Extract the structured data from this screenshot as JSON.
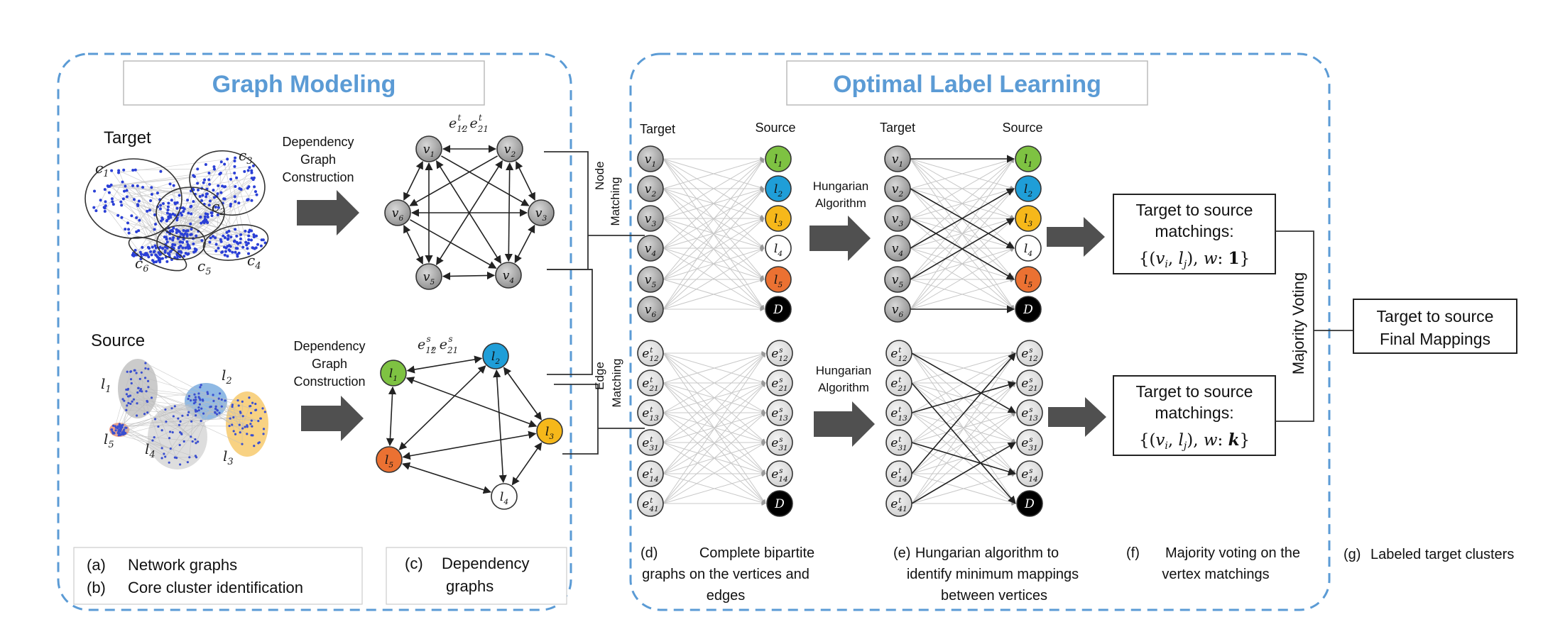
{
  "titles": {
    "graph_modeling": "Graph Modeling",
    "optimal_label_learning": "Optimal Label Learning"
  },
  "accent_color": "#5b9bd5",
  "left": {
    "target_label": "Target",
    "source_label": "Source",
    "dep_construction": [
      "Dependency",
      "Graph",
      "Construction"
    ],
    "target_cluster_labels": [
      "c1",
      "c2",
      "c3",
      "c4",
      "c5",
      "c6"
    ],
    "source_cluster_labels": [
      "l1",
      "l2",
      "l3",
      "l4",
      "l5"
    ],
    "edge_label_target": "e12t, e21t",
    "edge_label_source": "e12s, e21s",
    "captions": {
      "a": "(a)",
      "a_text": "Network graphs",
      "b": "(b)",
      "b_text": "Core cluster identification",
      "c": "(c)",
      "c_text_1": "Dependency",
      "c_text_2": "graphs"
    }
  },
  "node_graph": {
    "nodes": [
      "v1",
      "v2",
      "v3",
      "v4",
      "v5",
      "v6"
    ]
  },
  "label_graph": {
    "nodes": [
      "l1",
      "l2",
      "l3",
      "l4",
      "l5"
    ],
    "colors": {
      "l1": "#7ec242",
      "l2": "#1f9ed8",
      "l3": "#f6b81a",
      "l4": "#ffffff",
      "l5": "#eb7132",
      "D": "#000000"
    }
  },
  "bipartite": {
    "target_header": "Target",
    "source_header": "Source",
    "node_matching": [
      "Node",
      "Matching"
    ],
    "edge_matching": [
      "Edge",
      "Matching"
    ],
    "target_nodes": [
      "v1",
      "v2",
      "v3",
      "v4",
      "v5",
      "v6"
    ],
    "source_nodes": [
      "l1",
      "l2",
      "l3",
      "l4",
      "l5",
      "D"
    ],
    "target_edges": [
      "e12t",
      "e21t",
      "e13t",
      "e31t",
      "e14t",
      "e41t"
    ],
    "source_edges": [
      "e12s",
      "e21s",
      "e13s",
      "e31s",
      "e14s",
      "D"
    ],
    "hungarian": [
      "Hungarian",
      "Algorithm"
    ]
  },
  "right": {
    "box_line1": "Target to source",
    "box_line2": "matchings:",
    "formula_w1": "{(vi, lj), w: 1}",
    "formula_wk": "{(vi, lj), w: k}",
    "majority_voting": "Majority Voting",
    "final_line1": "Target to source",
    "final_line2": "Final Mappings"
  },
  "bottom_captions": {
    "d": "(d)",
    "d_lines": [
      "Complete bipartite",
      "graphs on the vertices and",
      "edges"
    ],
    "e": "(e)",
    "e_lines": [
      "Hungarian algorithm to",
      "identify  minimum mappings",
      "between vertices"
    ],
    "f": "(f)",
    "f_lines": [
      "Majority voting on the",
      "vertex matchings"
    ],
    "g": "(g)",
    "g_text": "Labeled target clusters"
  }
}
